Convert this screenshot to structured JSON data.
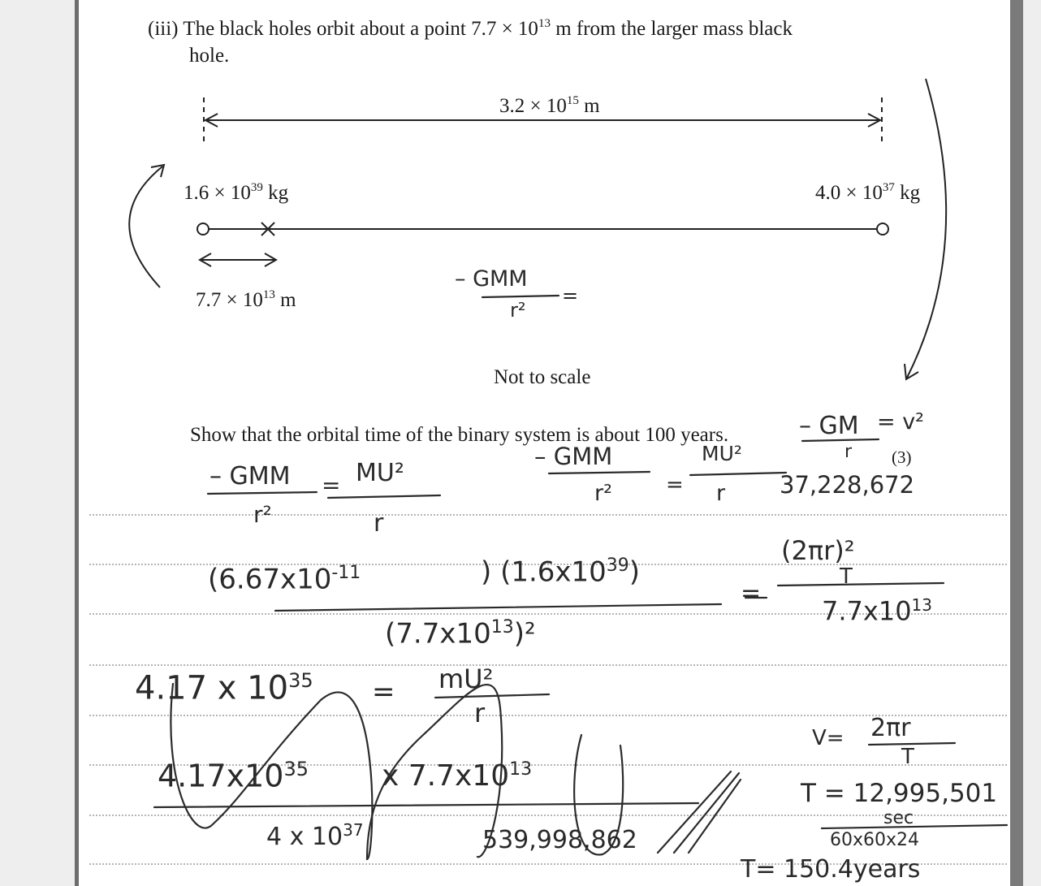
{
  "question": {
    "number": "(iii)",
    "line1": "The black holes orbit about a point 7.7 × 10",
    "line1_exp": "13",
    "line1_tail": " m from the larger mass black",
    "line2": "hole."
  },
  "diagram": {
    "separation_mantissa": "3.2 × 10",
    "separation_exp": "15",
    "separation_unit": " m",
    "mass_left_mantissa": "1.6 × 10",
    "mass_left_exp": "39",
    "mass_left_unit": " kg",
    "mass_right_mantissa": "4.0 × 10",
    "mass_right_exp": "37",
    "mass_right_unit": " kg",
    "offset_mantissa": "7.7 × 10",
    "offset_exp": "13",
    "offset_unit": " m",
    "scale_note": "Not to scale"
  },
  "task": {
    "prompt": "Show that the orbital time of the binary system is about 100 years.",
    "marks": "(3)"
  },
  "handwriting": {
    "diagram_numer": "– GMM",
    "diagram_eq": "=",
    "diagram_denom": "r²",
    "top_right_numer": "– GM",
    "top_right_eq": "= v²",
    "top_right_denom": "r",
    "top_right_value": "37,228,672",
    "eq1_numer": "– GMM",
    "eq1_eq": "=",
    "eq1_rhs_numer": "MU²",
    "eq1_denom": "r²",
    "eq1_rhs_denom": "r",
    "eq2_numer": "– GMM",
    "eq2_eq": "=",
    "eq2_rhs_numer": "MU²",
    "eq2_denom": "r²",
    "eq2_rhs_denom": "r",
    "sub_g": "(6.67x10",
    "sub_g_exp": "-11",
    "sub_m": ") (1.6x10",
    "sub_m_exp": "39",
    "sub_close": ")",
    "sub_denom": "(7.7x10",
    "sub_denom_exp": "13",
    "sub_denom_close": ")²",
    "rhs_numer": "(2πr)²",
    "rhs_inner": "T",
    "rhs_eq": "=",
    "rhs_denom": "7.7x10",
    "rhs_denom_exp": "13",
    "result_mant": "4.17 x 10",
    "result_exp": "35",
    "result_eq": "=",
    "result_rhs_numer": "mU²",
    "result_rhs_denom": "r",
    "cross_mant": "4.17x10",
    "cross_exp": "35",
    "cross_times": "x  7.7x10",
    "cross_times_exp": "13",
    "cross_denom": "4 x 10",
    "cross_denom_exp": "37",
    "cross_result": "539,998,862",
    "v_label": "V=",
    "v_numer": "2πr",
    "v_denom": "T",
    "t_value": "T = 12,995,501",
    "t_unit": "sec",
    "t_divisor": "60x60x24",
    "t_final": "T= 150.4years"
  }
}
